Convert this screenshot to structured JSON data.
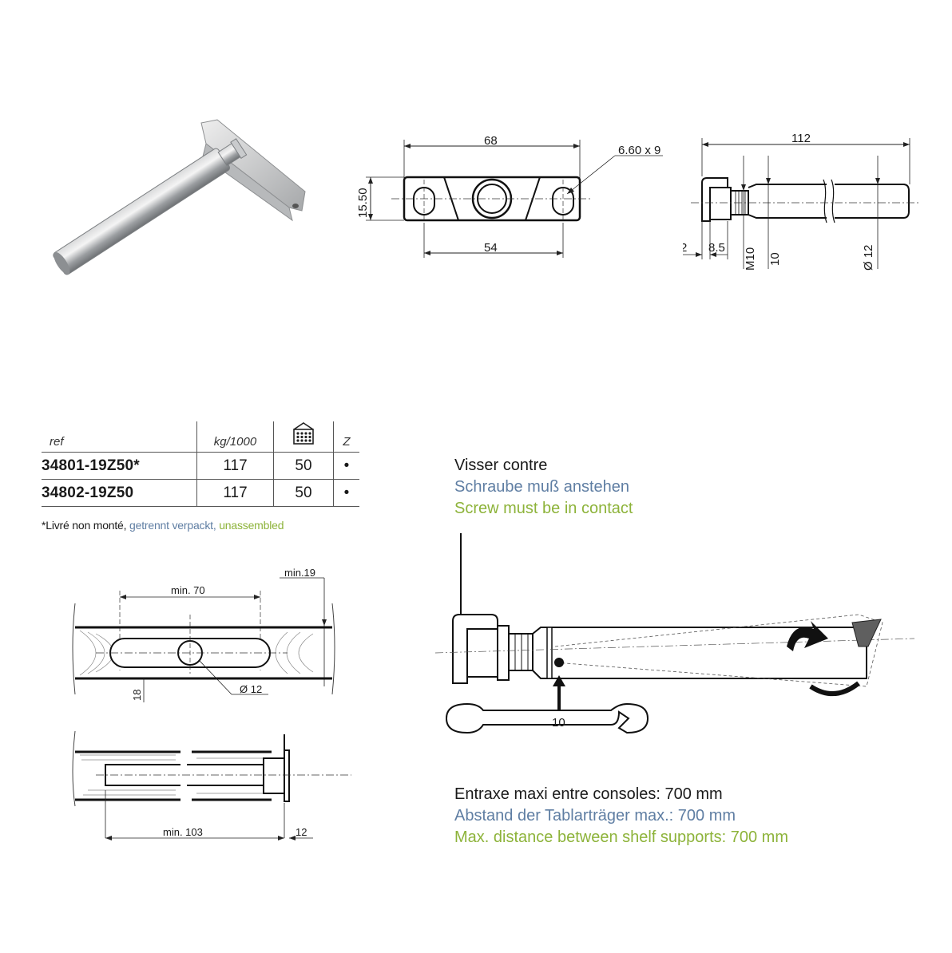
{
  "drawing_top": {
    "width_label": "68",
    "height_label": "15.50",
    "hole_pitch_label": "54",
    "slot_label": "6.60 x 9",
    "length_label": "112",
    "flange_label": "2",
    "head_label": "8.5",
    "thread_label": "M10",
    "neck_label": "10",
    "diameter_label": "Ø 12"
  },
  "table": {
    "headers": {
      "ref": "ref",
      "weight": "kg/1000",
      "pack": "",
      "z": "Z"
    },
    "rows": [
      {
        "ref": "34801-19Z50*",
        "weight": "117",
        "pack": "50",
        "z": "•"
      },
      {
        "ref": "34802-19Z50",
        "weight": "117",
        "pack": "50",
        "z": "•"
      }
    ]
  },
  "note": {
    "fr": "*Livré non monté,",
    "de": "getrennt verpackt,",
    "en": "unassembled"
  },
  "instruction": {
    "fr": "Visser contre",
    "de": "Schraube muß anstehen",
    "en": "Screw must be in contact"
  },
  "wrench_label": "10",
  "distance": {
    "fr": "Entraxe maxi entre consoles: 700 mm",
    "de": "Abstand der Tablarträger max.: 700 mm",
    "en": "Max. distance between shelf supports: 700 mm"
  },
  "install_top": {
    "min_length_label": "min. 70",
    "min_edge_label": "min.19",
    "thickness_label": "18",
    "hole_label": "Ø 12"
  },
  "install_bottom": {
    "depth_label": "min. 103",
    "plate_label": "12"
  },
  "colors": {
    "text": "#1a1a1a",
    "german": "#5f7ea3",
    "english": "#8db33a"
  }
}
